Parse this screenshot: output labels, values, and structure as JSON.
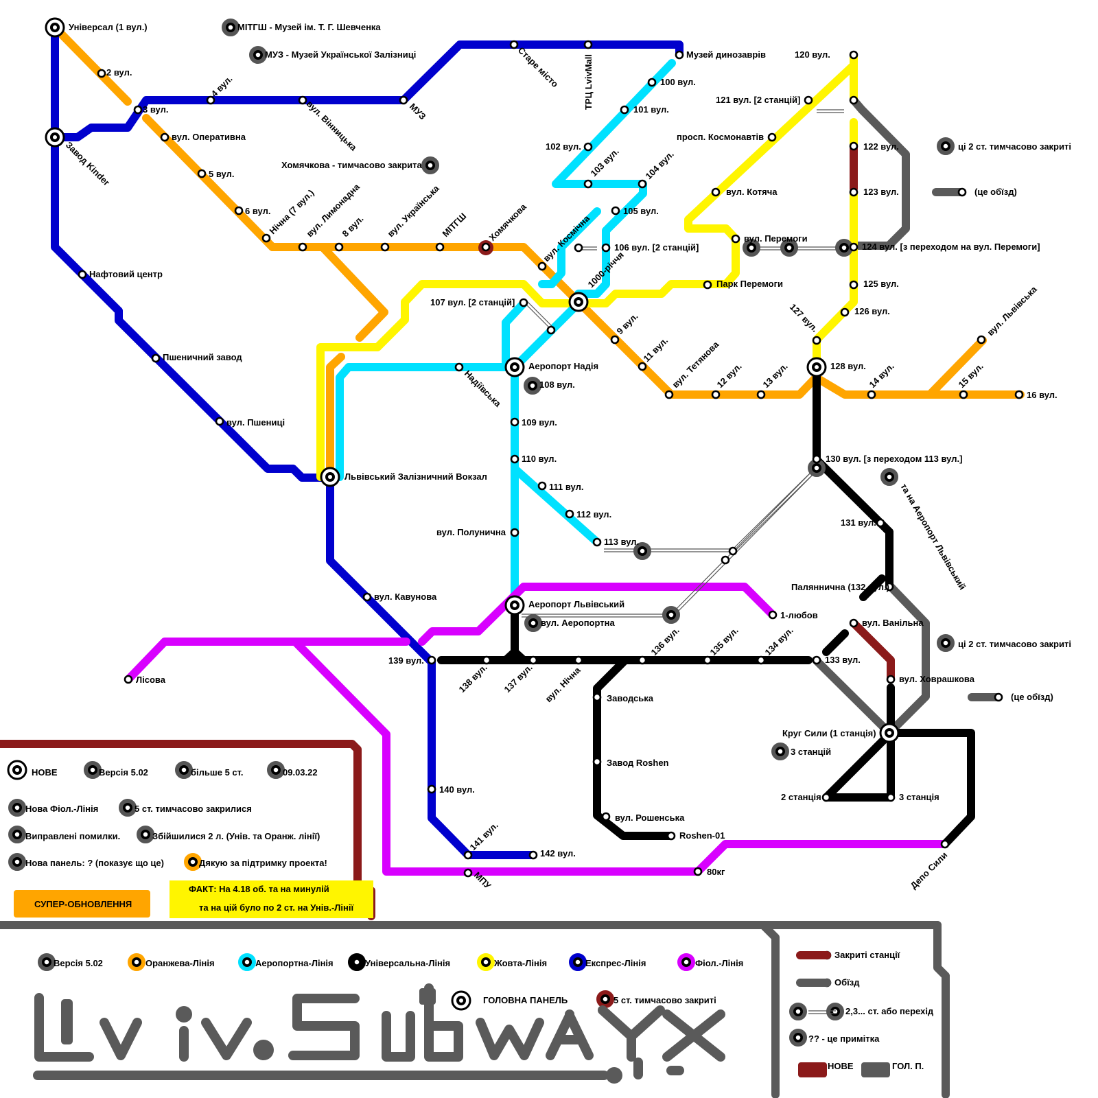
{
  "colors": {
    "orange": "#FFA500",
    "cyan": "#00E1FF",
    "blue": "#0000CD",
    "yellow": "#FFF500",
    "black": "#000000",
    "purple": "#D800FF",
    "grey": "#5a5a5a",
    "maroon": "#8B1A1A"
  },
  "stations": {
    "universal": "Універсал (1 вул.)",
    "st2": "2 вул.",
    "st3": "3 вул.",
    "st4": "4 вул.",
    "vinnytska": "вул. Вінницька",
    "muz": "МУЗ",
    "stare_misto": "Старе місто",
    "lvivmall": "ТРЦ LvivMall",
    "dino": "Музей динозаврів",
    "kinder": "Завод Kinder",
    "operatyvna": "вул. Оперативна",
    "st5": "5 вул.",
    "st6": "6 вул.",
    "nichna7": "Нічна (7 вул.)",
    "lymonadna": "вул. Лимонадна",
    "st8": "8 вул.",
    "ukrainska": "вул. Українська",
    "mitgsh": "МІТГШ",
    "khomiachkova": "Хомячкова",
    "kosmichna": "вул. Космічна",
    "richchia": "1000-річчя",
    "st9": "9 вул.",
    "st11": "11 вул.",
    "tetianova": "вул. Тетянова",
    "st12": "12 вул.",
    "st13": "13 вул.",
    "st128": "128 вул.",
    "st14": "14 вул.",
    "st15": "15 вул.",
    "st16": "16 вул.",
    "lvivska": "вул. Львівська",
    "naftovyi": "Нафтовий центр",
    "pshenychnyi": "Пшеничний завод",
    "pshenytsi": "вул. Пшениці",
    "vokzal": "Львівський Залізничний Вокзал",
    "kavunova": "вул. Кавунова",
    "st139": "139 вул.",
    "st140": "140 вул.",
    "st141": "141 вул.",
    "st142": "142 вул.",
    "mpu": "МПУ",
    "st100": "100 вул.",
    "st101": "101 вул.",
    "st102": "102 вул.",
    "st103": "103 вул.",
    "st104": "104 вул.",
    "st105": "105 вул.",
    "st106": "106 вул. [2 станцій]",
    "st107": "107 вул. [2 станцій]",
    "airport_nadiia": "Аеропорт Надія",
    "nadiievska": "Надіївська",
    "st108": "108 вул.",
    "st109": "109 вул.",
    "st110": "110 вул.",
    "st111": "111 вул.",
    "st112": "112 вул.",
    "st113": "113 вул.",
    "polunychna": "вул. Полунична",
    "airport_lviv": "Аеропорт Львівський",
    "aeroportna": "вул. Аеропортна",
    "st120": "120 вул.",
    "st121": "121 вул. [2 станцій]",
    "kosmonavtiv": "просп. Космонавтів",
    "kotiacha": "вул. Котяча",
    "peremohy": "вул. Перемоги",
    "park_peremohy": "Парк Перемоги",
    "st122": "122 вул.",
    "st123": "123 вул.",
    "st124": "124 вул. [з переходом на вул. Перемоги]",
    "st125": "125 вул.",
    "st126": "126 вул.",
    "st127": "127 вул.",
    "st130": "130 вул. [з переходом 113 вул.]",
    "to_airport": "та на Аеропорт Львівський",
    "st131": "131 вул.",
    "palianychna": "Паляннична (132 вул.)",
    "vanilna": "вул. Ванільна",
    "st133": "133 вул.",
    "khvrashkova": "вул. Ховрашкова",
    "kruh_syly": "Круг Сили (1 станція)",
    "kruh3": "3 станцій",
    "kruh2": "2 станція",
    "kruh3b": "3 станція",
    "depo": "Депо Сили",
    "st134": "134 вул.",
    "st135": "135 вул.",
    "st136": "136 вул.",
    "nichna": "вул. Нічна",
    "st137": "137 вул.",
    "st138": "138 вул.",
    "zavodska": "Заводська",
    "roshen": "Завод Roshen",
    "roshenska": "вул. Рошенська",
    "roshen01": "Roshen-01",
    "kg80": "80кг",
    "lisova": "Лісова",
    "liubov": "1-любов",
    "khom_closed": "Хомячкова - тимчасово закрита",
    "mitgsh_museum": "МІТГШ - Музей ім. Т. Г. Шевченка",
    "muz_museum": "МУЗ - Музей Української Залізниці",
    "closed2a": "ці 2 ст. тимчасово закриті",
    "detour_a": "(це обїзд)",
    "closed2b": "ці 2 ст. тимчасово закриті",
    "detour_b": "(це обїзд)"
  },
  "legend_panel": {
    "nove": "НОВЕ",
    "version": "Версія 5.02",
    "bilshe": "більше 5 ст.",
    "date": "09.03.22",
    "nova_fiol": "Нова Фіол.-Лінія",
    "closed5": "5 ст. тимчасово закрилися",
    "fixed": "Виправлені помилки.",
    "merged": "Збійшилися 2 л. (Унів. та Оранж. лінії)",
    "new_panel": "Нова панель: ? (показує що це)",
    "thanks": "Дякую за підтримку проекта!",
    "super": "СУПЕР-ОБНОВЛЕННЯ",
    "fact1": "ФАКТ: На 4.18 об. та на минулій",
    "fact2": "та на цій було по 2 ст. на Унів.-Лінії"
  },
  "bottom_legend": {
    "version": "Версія 5.02",
    "orange": "Оранжева-Лінія",
    "airport": "Аеропортна-Лінія",
    "universal": "Універсальна-Лінія",
    "yellow": "Жовта-Лінія",
    "express": "Експрес-Лінія",
    "violet": "Фіол.-Лінія",
    "main_panel": "ГОЛОВНА ПАНЕЛЬ",
    "closed5": "5 ст. тимчасово закриті"
  },
  "right_legend": {
    "closed": "Закриті станції",
    "detour": "Обїзд",
    "transfer": "2,3... ст. або перехід",
    "note": "?? - це примітка",
    "new": "НОВЕ",
    "main": "ГОЛ. П."
  },
  "logo": "LvivSubway"
}
